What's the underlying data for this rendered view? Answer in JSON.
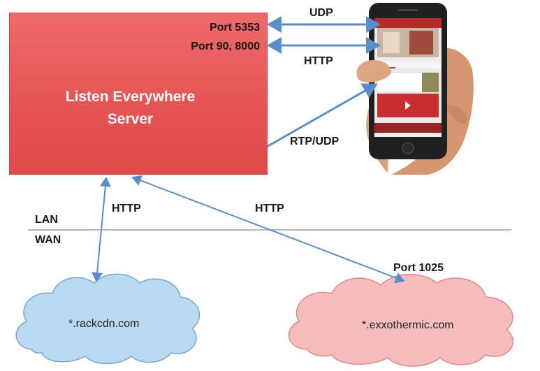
{
  "server": {
    "title_line1": "Listen Everywhere",
    "title_line2": "Server",
    "port_udp": "Port 5353",
    "port_http": "Port 90, 8000"
  },
  "connections": {
    "udp": "UDP",
    "http_phone": "HTTP",
    "rtp": "RTP/UDP",
    "http_cdn": "HTTP",
    "http_exxo": "HTTP",
    "port_exxo": "Port 1025"
  },
  "network": {
    "lan": "LAN",
    "wan": "WAN"
  },
  "clouds": {
    "cdn": "*.rackcdn.com",
    "exxo": "*.exxothermic.com"
  },
  "colors": {
    "server_fill": "#e55353",
    "arrow": "#5b8ec9",
    "cloud_blue": "#b9d8f2",
    "cloud_pink": "#f7bcbc"
  }
}
